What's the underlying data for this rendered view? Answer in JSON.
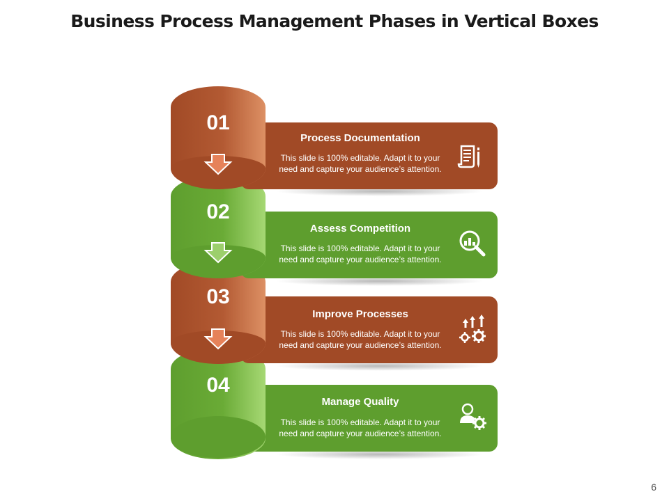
{
  "slide": {
    "title": "Business Process Management Phases in Vertical Boxes",
    "page_number": "6"
  },
  "colors": {
    "brown": "#a14a26",
    "brown_light": "#d98a5e",
    "green": "#5e9e2e",
    "green_light": "#9fd26a",
    "arrow": "#e6825a"
  },
  "phases": [
    {
      "number": "01",
      "title": "Process Documentation",
      "description_line1": "This slide is 100% editable. Adapt it to your",
      "description_line2": "need and capture your audience’s attention.",
      "icon": "document-pencil-icon",
      "color": "brown"
    },
    {
      "number": "02",
      "title": "Assess Competition",
      "description_line1": "This slide is 100% editable. Adapt it to your",
      "description_line2": "need and capture your audience’s attention.",
      "icon": "magnifier-chart-icon",
      "color": "green"
    },
    {
      "number": "03",
      "title": "Improve Processes",
      "description_line1": "This slide is 100% editable. Adapt it to your",
      "description_line2": "need and capture your audience’s attention.",
      "icon": "gears-arrows-icon",
      "color": "brown"
    },
    {
      "number": "04",
      "title": "Manage Quality",
      "description_line1": "This slide is 100% editable. Adapt it to your",
      "description_line2": "need and capture your audience’s attention.",
      "icon": "person-gear-icon",
      "color": "green"
    }
  ]
}
